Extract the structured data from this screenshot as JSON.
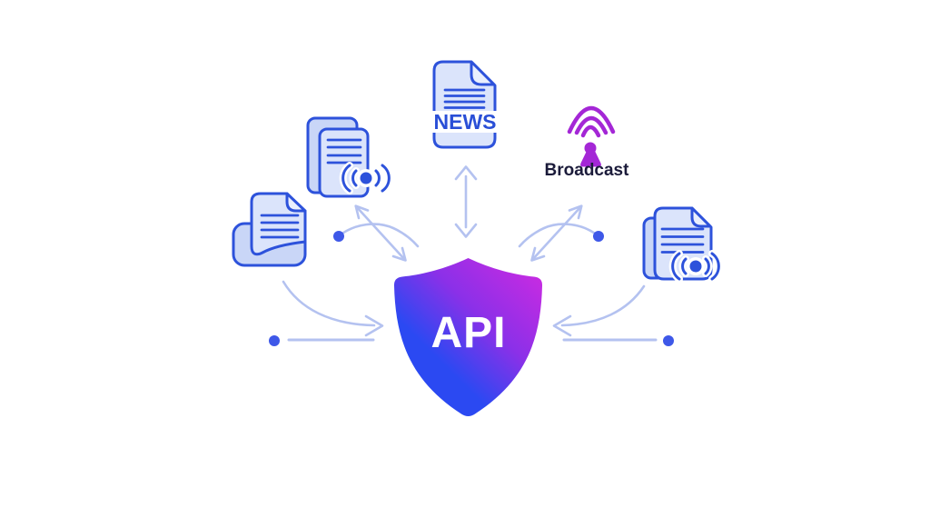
{
  "labels": {
    "api": "API",
    "news": "NEWS",
    "broadcast": "Broadcast"
  },
  "icons": {
    "center": "shield-icon",
    "top": "news-document-icon",
    "top_right": "broadcast-antenna-icon",
    "left_upper": "stacked-documents-signal-icon",
    "left_lower": "scroll-document-icon",
    "right": "document-signal-icon"
  },
  "colors": {
    "background": "#ffffff",
    "doc_outline": "#2d52db",
    "doc_fill": "#dbe4fb",
    "doc_fill_back": "#c9d6f7",
    "doc_fold": "#e9effd",
    "arrow": "#b4c2f0",
    "dot": "#3e58e8",
    "broadcast_icon": "#a427d6",
    "broadcast_text": "#1b1b3a",
    "news_text": "#2a4fd7",
    "api_text": "#ffffff",
    "shield_top": "#c62be2",
    "shield_mid": "#8b30e8",
    "shield_bottom": "#2b49f2"
  }
}
